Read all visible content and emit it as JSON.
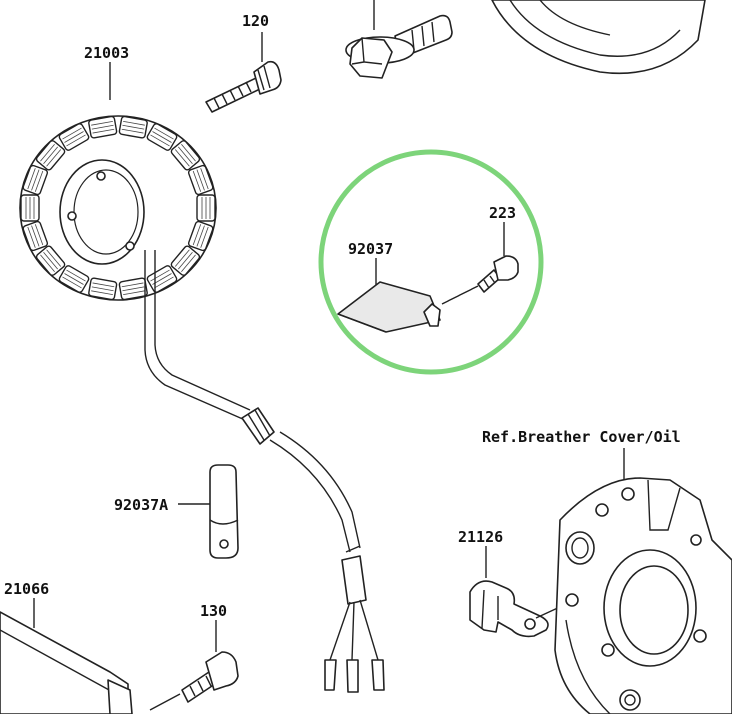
{
  "highlight_color": "#7dd47a",
  "labels": {
    "p120": "120",
    "p21003": "21003",
    "p92037": "92037",
    "p223": "223",
    "p92037a": "92037A",
    "p21066": "21066",
    "p130": "130",
    "p21126": "21126",
    "ref_breather": "Ref.Breather Cover/Oil"
  },
  "icons": [
    "stator-coil",
    "bolt",
    "clamp",
    "wire-harness",
    "breather-cover",
    "rotor"
  ]
}
